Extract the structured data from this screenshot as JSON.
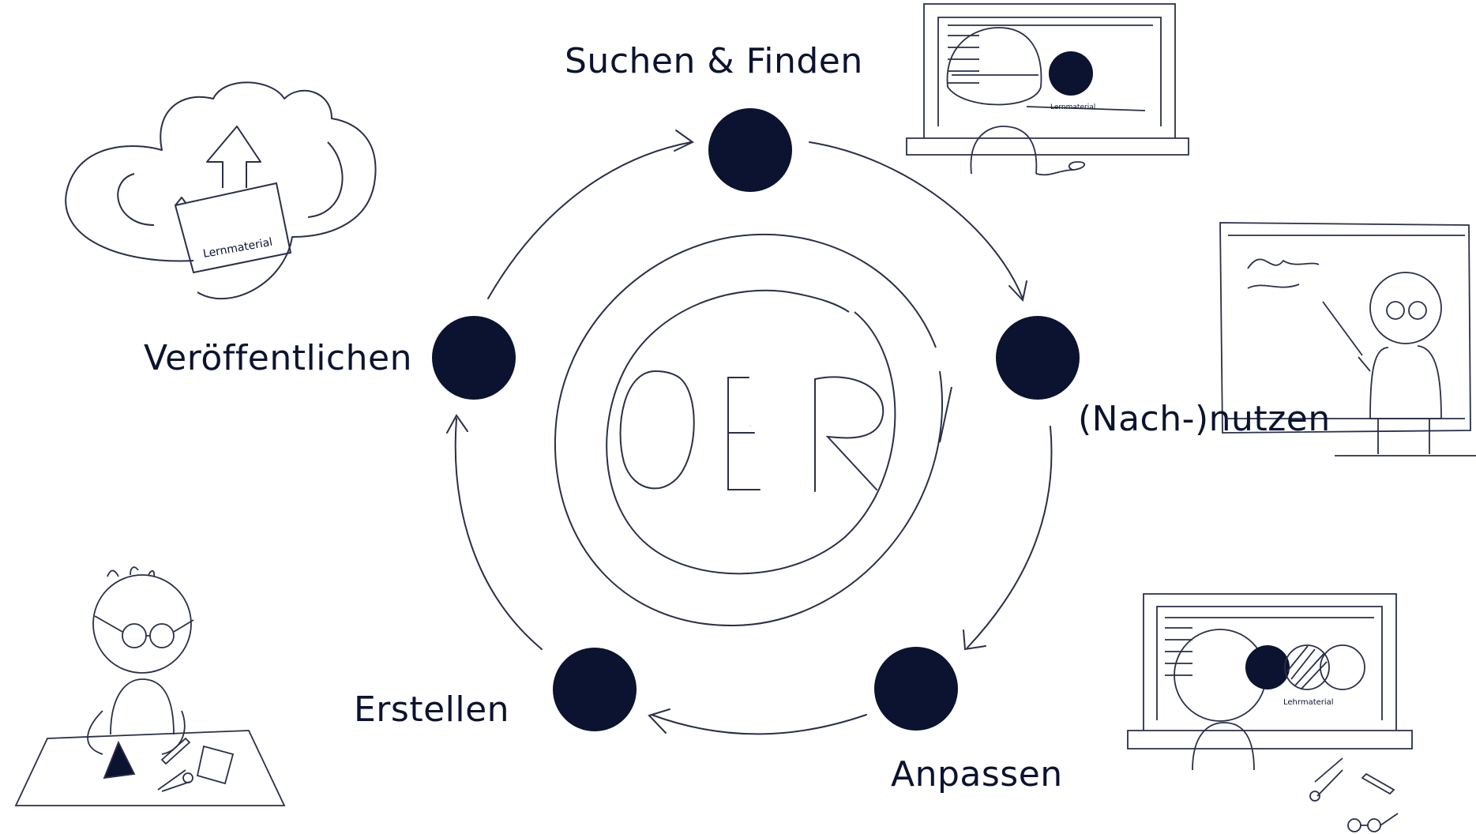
{
  "diagram": {
    "center_text": "OER",
    "nodes": [
      {
        "id": "suchen",
        "label": "Suchen & Finden"
      },
      {
        "id": "nachnutzen",
        "label": "(Nach-)nutzen"
      },
      {
        "id": "anpassen",
        "label": "Anpassen"
      },
      {
        "id": "erstellen",
        "label": "Erstellen"
      },
      {
        "id": "veroeffentlichen",
        "label": "Veröffentlichen"
      }
    ],
    "illustrations": {
      "cloud_label": "Lernmaterial",
      "laptop_top_label": "Lernmaterial",
      "laptop_bottom_label": "Lehrmaterial"
    }
  },
  "colors": {
    "ink": "#0b1330",
    "node_fill": "#0b1330",
    "line": "#2a2f4a",
    "background": "#ffffff"
  }
}
